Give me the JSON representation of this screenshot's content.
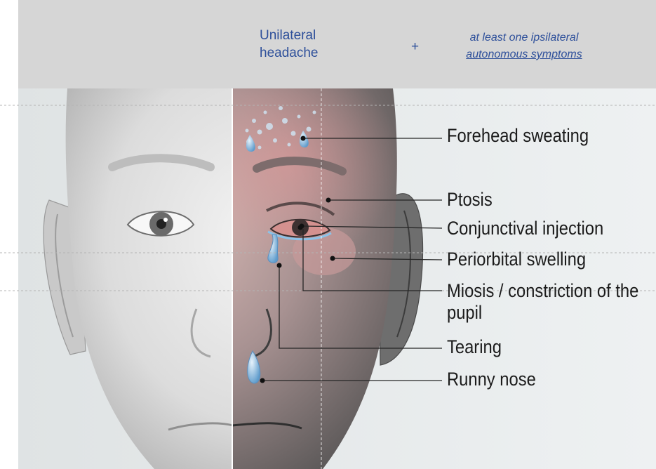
{
  "header": {
    "left_line1": "Unilateral",
    "left_line2": "headache",
    "plus": "+",
    "right_line1": "at least one ipsilateral",
    "right_line2": "autonomous symptoms"
  },
  "symptoms": [
    {
      "id": "forehead-sweating",
      "label": "Forehead sweating"
    },
    {
      "id": "ptosis",
      "label": "Ptosis"
    },
    {
      "id": "conjunctival-injection",
      "label": "Conjunctival injection"
    },
    {
      "id": "periorbital-swelling",
      "label": "Periorbital swelling"
    },
    {
      "id": "miosis",
      "label": "Miosis / constriction of the pupil"
    },
    {
      "id": "tearing",
      "label": "Tearing"
    },
    {
      "id": "runny-nose",
      "label": "Runny nose"
    }
  ],
  "colors": {
    "header_band": "#d6d6d6",
    "header_text": "#2d4f9a",
    "label_text": "#1b1b1b",
    "tear": "#7fb3dd",
    "affected_side_tint": "#c78e8e"
  }
}
